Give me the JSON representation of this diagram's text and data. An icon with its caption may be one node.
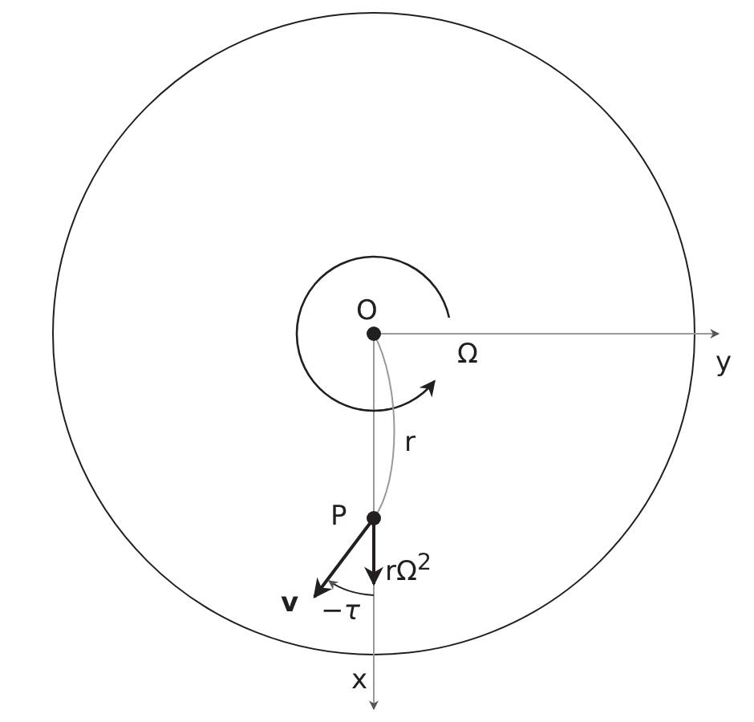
{
  "diagram": {
    "labels": [
      "O",
      "Ω",
      "y",
      "r",
      "P",
      "rΩ$^{2}$",
      "v",
      "−τ",
      "x"
    ]
  }
}
